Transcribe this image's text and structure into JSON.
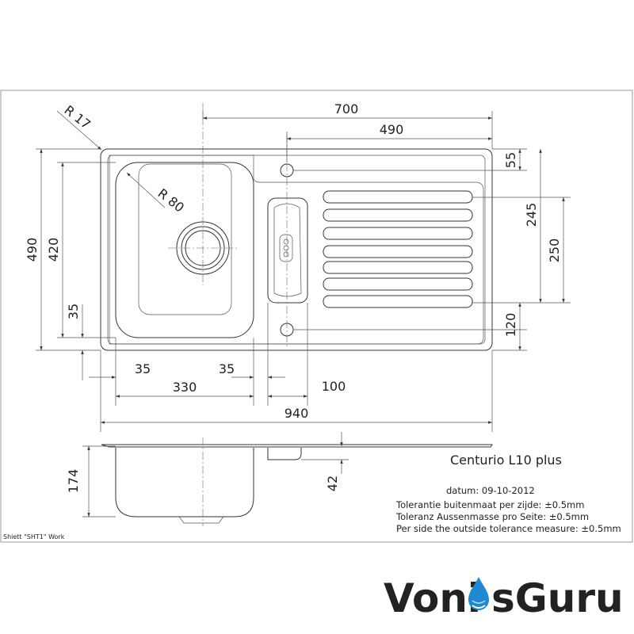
{
  "drawing": {
    "product_name": "Centurio L10 plus",
    "date_label": "datum: 09-10-2012",
    "tolerance_nl": "Tolerantie buitenmaat per zijde: ±0.5mm",
    "tolerance_de": "Toleranz Aussenmasse pro Seite: ±0.5mm",
    "tolerance_en": "Per side the outside tolerance measure: ±0.5mm",
    "sheet_label": "Shiett \"SHT1\" Work"
  },
  "dimensions": {
    "total_width": "940",
    "total_depth": "490",
    "bowl_outer_depth": "420",
    "bowl_offset_small": "35",
    "bowl_width": "330",
    "bowl_margin_left": "35",
    "bowl_margin_right": "35",
    "center_gap": "100",
    "drainer_span": "700",
    "drainer_width": "490",
    "tap_offset": "55",
    "drainer_rib_height": "245",
    "drainer_height": "250",
    "bottom_offset": "120",
    "corner_radius_outer": "R 17",
    "corner_radius_bowl": "R 80",
    "bowl_height": "174",
    "overflow_height": "42"
  },
  "logo": {
    "part_a": "Voni",
    "part_b": "sGuru",
    "brand_color": "#4a5560",
    "drop_color": "#1e88d2"
  }
}
